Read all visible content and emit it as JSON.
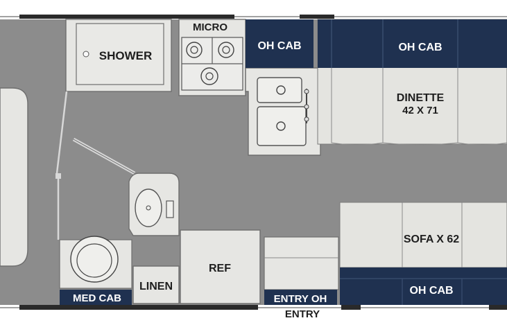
{
  "floorplan": {
    "labels": {
      "micro": "MICRO",
      "shower": "SHOWER",
      "oh_cab_left": "OH CAB",
      "oh_cab_right": "OH CAB",
      "dinette": "DINETTE",
      "dinette_size": "42 X 71",
      "sofa": "SOFA X 62",
      "oh_cab_bottom": "OH CAB",
      "ref": "REF",
      "linen": "LINEN",
      "med_cab": "MED CAB",
      "entry_oh": "ENTRY OH",
      "entry": "ENTRY"
    },
    "colors": {
      "floor": "#8c8c8c",
      "cabinet_navy": "#1f3150",
      "fixture": "#e6e6e3",
      "wall": "#2a2a2a"
    }
  }
}
